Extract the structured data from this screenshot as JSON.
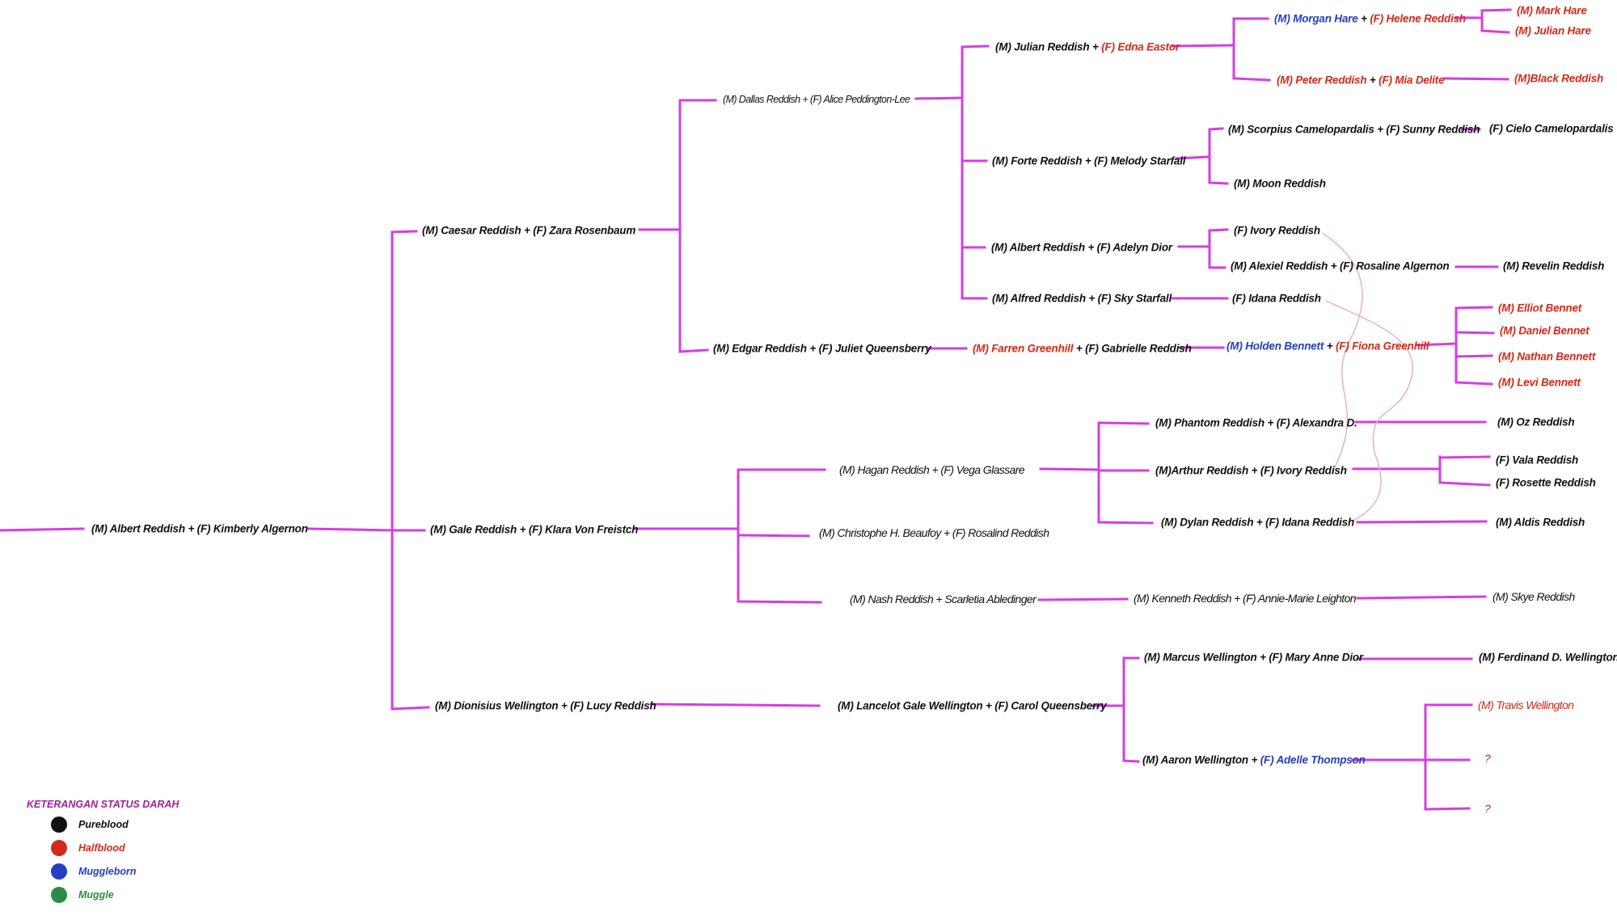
{
  "colors": {
    "line": "#d63ee0",
    "cross_line": "#eab0c4",
    "pure": "#111111",
    "half": "#d42a1a",
    "muggleborn": "#2440c0",
    "muggle": "#2e8b45"
  },
  "nodes": [
    {
      "id": "root",
      "parts": [
        {
          "t": "(M) Albert Reddish + (F) Kimberly Algernon",
          "s": "pure"
        }
      ]
    },
    {
      "id": "caesar",
      "parts": [
        {
          "t": "(M) Caesar Reddish + (F) Zara Rosenbaum",
          "s": "pure"
        }
      ]
    },
    {
      "id": "gale",
      "parts": [
        {
          "t": "(M) Gale Reddish + (F)  Klara Von Freistch",
          "s": "pure"
        }
      ]
    },
    {
      "id": "dionisius",
      "parts": [
        {
          "t": "(M) Dionisius Wellington + (F) Lucy Reddish",
          "s": "pure"
        }
      ]
    },
    {
      "id": "dallas",
      "parts": [
        {
          "t": "(M) Dallas Reddish + (F) Alice  Peddington-Lee",
          "s": "pure"
        }
      ]
    },
    {
      "id": "edgar",
      "parts": [
        {
          "t": "(M) Edgar Reddish + (F) Juliet Queensberry",
          "s": "pure"
        }
      ]
    },
    {
      "id": "farren",
      "parts": [
        {
          "t": "(M) Farren Greenhill",
          "s": "half"
        },
        {
          "t": " + (F) Gabrielle Reddish",
          "s": "pure"
        }
      ]
    },
    {
      "id": "holden",
      "parts": [
        {
          "t": "(M) Holden Bennett",
          "s": "muggleborn"
        },
        {
          "t": " + ",
          "s": "pure"
        },
        {
          "t": "(F) Fiona Greenhill",
          "s": "half"
        }
      ]
    },
    {
      "id": "elliot",
      "parts": [
        {
          "t": "(M) Elliot Bennet",
          "s": "half"
        }
      ]
    },
    {
      "id": "daniel",
      "parts": [
        {
          "t": "(M) Daniel Bennet",
          "s": "half"
        }
      ]
    },
    {
      "id": "nathan",
      "parts": [
        {
          "t": "(M) Nathan Bennett",
          "s": "half"
        }
      ]
    },
    {
      "id": "levi",
      "parts": [
        {
          "t": "(M) Levi Bennett",
          "s": "half"
        }
      ]
    },
    {
      "id": "julian",
      "parts": [
        {
          "t": "(M) Julian Reddish + ",
          "s": "pure"
        },
        {
          "t": "(F) Edna Eastor",
          "s": "half"
        }
      ]
    },
    {
      "id": "morgan",
      "parts": [
        {
          "t": "(M) Morgan Hare",
          "s": "muggleborn"
        },
        {
          "t": " + ",
          "s": "pure"
        },
        {
          "t": "(F) Helene Reddish",
          "s": "half"
        }
      ]
    },
    {
      "id": "mark",
      "parts": [
        {
          "t": "(M) Mark Hare",
          "s": "half"
        }
      ]
    },
    {
      "id": "julianhare",
      "parts": [
        {
          "t": "(M) Julian Hare",
          "s": "half"
        }
      ]
    },
    {
      "id": "peter",
      "parts": [
        {
          "t": "(M) Peter Reddish",
          "s": "half"
        },
        {
          "t": " + ",
          "s": "pure"
        },
        {
          "t": "(F) Mia Delite",
          "s": "half"
        }
      ]
    },
    {
      "id": "black",
      "parts": [
        {
          "t": "(M)Black Reddish",
          "s": "half"
        }
      ]
    },
    {
      "id": "forte",
      "parts": [
        {
          "t": "(M) Forte Reddish + (F) Melody Starfall",
          "s": "pure"
        }
      ]
    },
    {
      "id": "scorpius",
      "parts": [
        {
          "t": "(M) Scorpius Camelopardalis + (F) Sunny Reddish",
          "s": "pure"
        }
      ]
    },
    {
      "id": "cielo",
      "parts": [
        {
          "t": "(F) Cielo Camelopardalis",
          "s": "pure"
        }
      ]
    },
    {
      "id": "moon",
      "parts": [
        {
          "t": "(M) Moon Reddish",
          "s": "pure"
        }
      ]
    },
    {
      "id": "albert2",
      "parts": [
        {
          "t": "(M) Albert Reddish + (F) Adelyn Dior",
          "s": "pure"
        }
      ]
    },
    {
      "id": "ivory",
      "parts": [
        {
          "t": "(F) Ivory Reddish",
          "s": "pure"
        }
      ]
    },
    {
      "id": "alexiel",
      "parts": [
        {
          "t": "(M) Alexiel Reddish + (F) Rosaline Algernon",
          "s": "pure"
        }
      ]
    },
    {
      "id": "revelin",
      "parts": [
        {
          "t": "(M) Revelin Reddish",
          "s": "pure"
        }
      ]
    },
    {
      "id": "alfred",
      "parts": [
        {
          "t": "(M) Alfred Reddish + (F) Sky Starfall",
          "s": "pure"
        }
      ]
    },
    {
      "id": "idana",
      "parts": [
        {
          "t": "(F) Idana Reddish",
          "s": "pure"
        }
      ]
    },
    {
      "id": "hagan",
      "parts": [
        {
          "t": "(M) Hagan Reddish + (F) Vega Glassare",
          "s": "pure"
        }
      ]
    },
    {
      "id": "christophe",
      "parts": [
        {
          "t": "(M) Christophe H. Beaufoy  + (F) Rosalind Reddish",
          "s": "pure"
        }
      ]
    },
    {
      "id": "nash",
      "parts": [
        {
          "t": "(M) Nash Reddish + Scarletia Abledinger",
          "s": "pure"
        }
      ]
    },
    {
      "id": "phantom",
      "parts": [
        {
          "t": "(M) Phantom Reddish + (F) Alexandra D.",
          "s": "pure"
        }
      ]
    },
    {
      "id": "oz",
      "parts": [
        {
          "t": "(M) Oz Reddish",
          "s": "pure"
        }
      ]
    },
    {
      "id": "arthur",
      "parts": [
        {
          "t": "(M)Arthur Reddish + (F) Ivory Reddish",
          "s": "pure"
        }
      ]
    },
    {
      "id": "vala",
      "parts": [
        {
          "t": "(F) Vala Reddish",
          "s": "pure"
        }
      ]
    },
    {
      "id": "rosette",
      "parts": [
        {
          "t": "(F) Rosette Reddish",
          "s": "pure"
        }
      ]
    },
    {
      "id": "dylan",
      "parts": [
        {
          "t": "(M) Dylan Reddish + (F) Idana Reddish",
          "s": "pure"
        }
      ]
    },
    {
      "id": "aldis",
      "parts": [
        {
          "t": "(M) Aldis Reddish",
          "s": "pure"
        }
      ]
    },
    {
      "id": "kenneth",
      "parts": [
        {
          "t": "(M) Kenneth Reddish + (F) Annie-Marie Leighton",
          "s": "pure"
        }
      ]
    },
    {
      "id": "skye",
      "parts": [
        {
          "t": "(M) Skye Reddish",
          "s": "pure"
        }
      ]
    },
    {
      "id": "lancelot",
      "parts": [
        {
          "t": "(M) Lancelot Gale Wellington + (F) Carol Queensberry",
          "s": "pure"
        }
      ]
    },
    {
      "id": "marcus",
      "parts": [
        {
          "t": "(M) Marcus Wellington + (F) Mary Anne Dior",
          "s": "pure"
        }
      ]
    },
    {
      "id": "ferdinand",
      "parts": [
        {
          "t": "(M) Ferdinand D. Wellington",
          "s": "pure"
        }
      ]
    },
    {
      "id": "aaron",
      "parts": [
        {
          "t": "(M) Aaron Wellington + ",
          "s": "pure"
        },
        {
          "t": "(F) Adelle Thompson",
          "s": "muggleborn"
        }
      ]
    },
    {
      "id": "travis",
      "parts": [
        {
          "t": "(M) Travis Wellington",
          "s": "half"
        }
      ]
    },
    {
      "id": "unknown1",
      "parts": [
        {
          "t": "?",
          "s": "half"
        }
      ]
    },
    {
      "id": "unknown2",
      "parts": [
        {
          "t": "?",
          "s": "half"
        }
      ]
    }
  ],
  "legend": {
    "title": "KETERANGAN STATUS DARAH",
    "items": [
      {
        "label": "Pureblood",
        "s": "pure"
      },
      {
        "label": "Halfblood",
        "s": "half"
      },
      {
        "label": "Muggleborn",
        "s": "muggleborn"
      },
      {
        "label": "Muggle",
        "s": "muggle"
      }
    ]
  }
}
